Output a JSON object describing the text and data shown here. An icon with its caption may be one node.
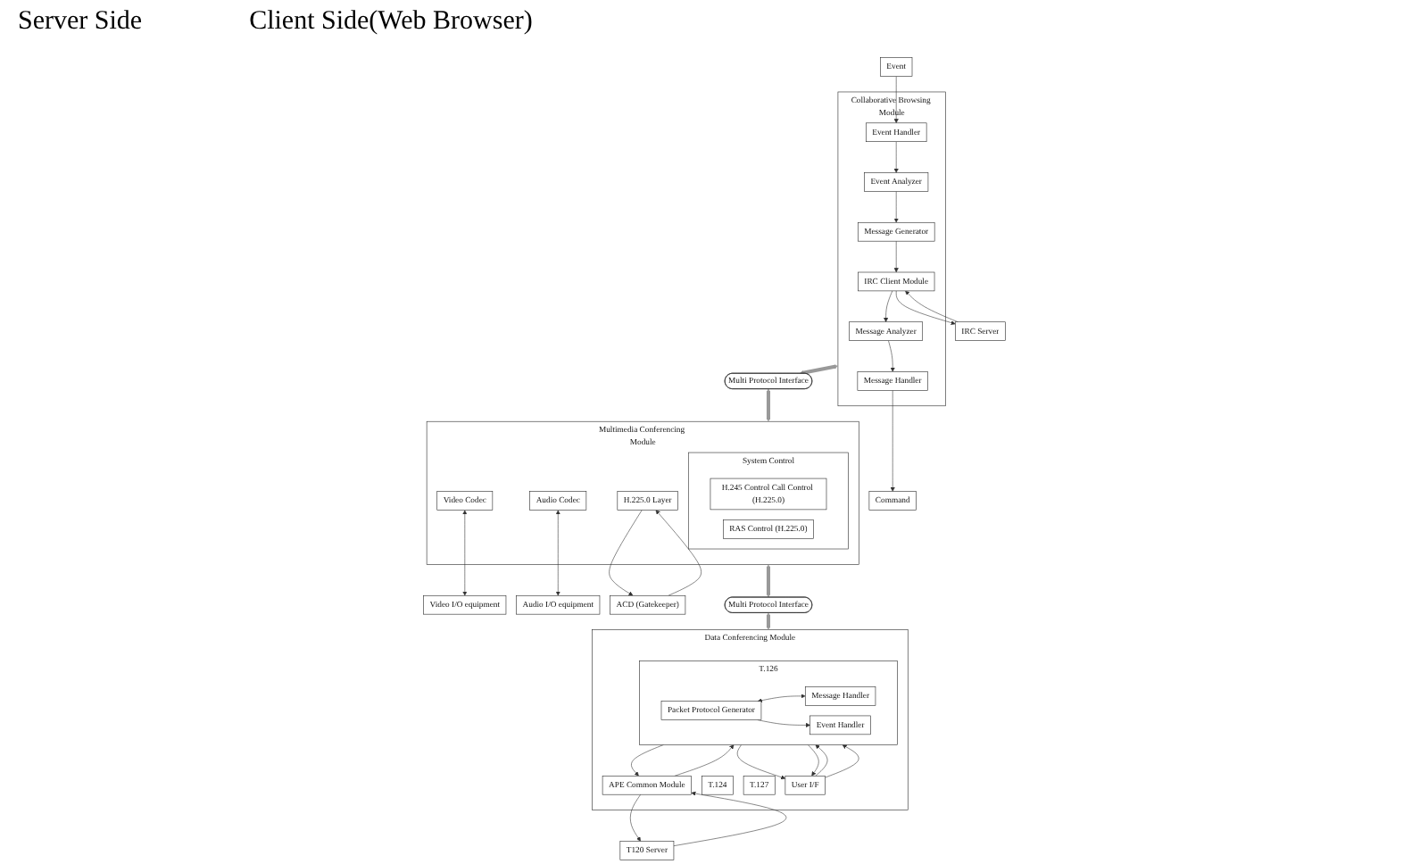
{
  "diagram": {
    "nodes": [
      {
        "text": [
          "Collaborative Browsing Module"
        ]
      },
      {
        "text": [
          "Message Analyzer"
        ],
        "in": 0
      },
      {
        "text": [
          "Message Handler"
        ],
        "in": 0
      },
      {
        "text": [
          "IRC Client Module"
        ],
        "in": 0
      },
      {
        "text": [
          "Message Generator"
        ],
        "in": 0
      },
      {
        "text": [
          "Event Analyzer"
        ],
        "in": 0
      },
      {
        "text": [
          "Event Handler"
        ],
        "in": 0
      },
      {
        "text": [
          "Command"
        ]
      },
      {
        "text": [
          "Event"
        ]
      },
      {
        "text": [
          "IRC Server"
        ]
      },
      {
        "text": [
          "Multi Protocol Interface"
        ]
      },
      {
        "text": [
          "Multimedia Conferencing Module"
        ]
      },
      {
        "text": [
          "H.225.0 Layer"
        ],
        "in": 11
      },
      {
        "text": [
          "System Control"
        ],
        "in": 11
      },
      {
        "text": [
          "H.245 Control Call Control (H.225.0)"
        ],
        "in": 13
      },
      {
        "text": [
          "RAS Control (H.225.0)"
        ],
        "in": 13
      },
      {
        "text": [
          "Video Codec"
        ],
        "in": 11
      },
      {
        "text": [
          "Audio Codec"
        ],
        "in": 11
      },
      {
        "text": [
          "Video I/O equipment"
        ]
      },
      {
        "text": [
          "Audio I/O equipment"
        ]
      },
      {
        "text": [
          "ACD (Gatekeeper)"
        ]
      },
      {
        "text": [
          "Multi Protocol Interface"
        ]
      },
      {
        "text": [
          "Data Conferencing Module"
        ]
      },
      {
        "text": [
          "APE Common Module"
        ],
        "in": 22
      },
      {
        "text": [
          "T.124"
        ],
        "in": 22
      },
      {
        "text": [
          "T.127"
        ],
        "in": 22
      },
      {
        "text": [
          "T.126"
        ],
        "in": 22
      },
      {
        "text": [
          "Packet Protocol Generator"
        ],
        "in": 26
      },
      {
        "text": [
          "Message Handler"
        ],
        "in": 26
      },
      {
        "text": [
          "Event Handler"
        ],
        "in": 26
      },
      {
        "text": [
          "User I/F"
        ],
        "in": 22
      },
      {
        "text": [
          "T120 Server"
        ]
      }
    ],
    "edges": [
      {
        "from": 3,
        "to": 1,
        "arrow": "to"
      },
      {
        "from": 1,
        "to": 2,
        "arrow": "to"
      },
      {
        "from": 2,
        "to": 7,
        "arrow": "to"
      },
      {
        "from": 8,
        "to": 6,
        "arrow": "to"
      },
      {
        "from": 6,
        "to": 5,
        "arrow": "to"
      },
      {
        "from": 5,
        "to": 4,
        "arrow": "to"
      },
      {
        "from": 4,
        "to": 3,
        "arrow": "to"
      },
      {
        "from": 9,
        "to": 3,
        "arrow": "to"
      },
      {
        "from": 3,
        "to": 9,
        "arrow": "to"
      },
      {
        "from": 0,
        "to": 10,
        "arrow": "both",
        "style": "thick",
        "color": "#999999"
      },
      {
        "from": 10,
        "to": 11,
        "arrow": "both",
        "style": "thick",
        "color": "#999999"
      },
      {
        "from": 20,
        "to": 12,
        "arrow": "to"
      },
      {
        "from": 12,
        "to": 20,
        "arrow": "to"
      },
      {
        "from": 16,
        "to": 18,
        "arrow": "both"
      },
      {
        "from": 17,
        "to": 19,
        "arrow": "both"
      },
      {
        "from": 11,
        "to": 21,
        "arrow": "both",
        "style": "thick",
        "color": "#999999"
      },
      {
        "from": 21,
        "to": 22,
        "arrow": "both",
        "style": "thick",
        "color": "#999999"
      },
      {
        "from": 31,
        "to": 23,
        "arrow": "to"
      },
      {
        "from": 23,
        "to": 31,
        "arrow": "to"
      },
      {
        "from": 23,
        "to": 26,
        "arrow": "to"
      },
      {
        "from": 26,
        "to": 23,
        "arrow": "to"
      },
      {
        "from": 27,
        "to": 28,
        "arrow": "both"
      },
      {
        "from": 27,
        "to": 29,
        "arrow": "to"
      },
      {
        "from": 26,
        "to": 30,
        "arrow": "to"
      },
      {
        "from": 30,
        "to": 26,
        "arrow": "to"
      },
      {
        "from": 26,
        "to": 30,
        "arrow": "to"
      },
      {
        "from": 30,
        "to": 26,
        "arrow": "to"
      }
    ],
    "labels": [
      "Server Side",
      "Client Side(Web Browser)"
    ]
  }
}
